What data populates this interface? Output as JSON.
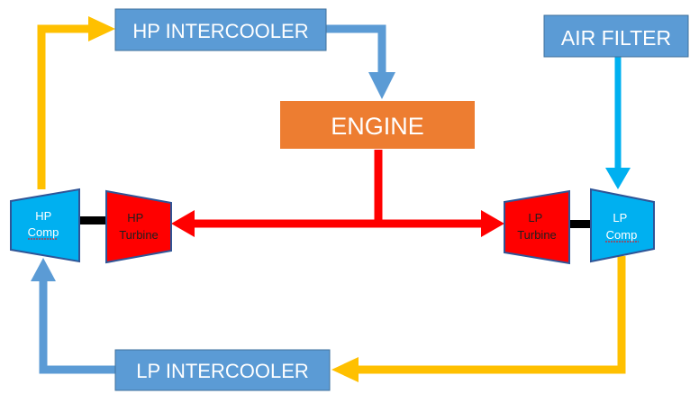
{
  "boxes": {
    "hp_intercooler": "HP INTERCOOLER",
    "air_filter": "AIR FILTER",
    "engine": "ENGINE",
    "lp_intercooler": "LP INTERCOOLER"
  },
  "components": {
    "hp_comp": [
      "HP",
      "Comp"
    ],
    "hp_turbine": [
      "HP",
      "Turbine"
    ],
    "lp_turbine": [
      "LP",
      "Turbine"
    ],
    "lp_comp": [
      "LP",
      "Comp"
    ]
  },
  "colors": {
    "box_blue": "#5b9bd5",
    "engine_orange": "#ed7d31",
    "exhaust_red": "#ff0000",
    "intake_yellow": "#ffc000",
    "fresh_air_cyan": "#00b0f0",
    "compressor_cyan": "#00b0f0",
    "shaft_black": "#000000"
  }
}
